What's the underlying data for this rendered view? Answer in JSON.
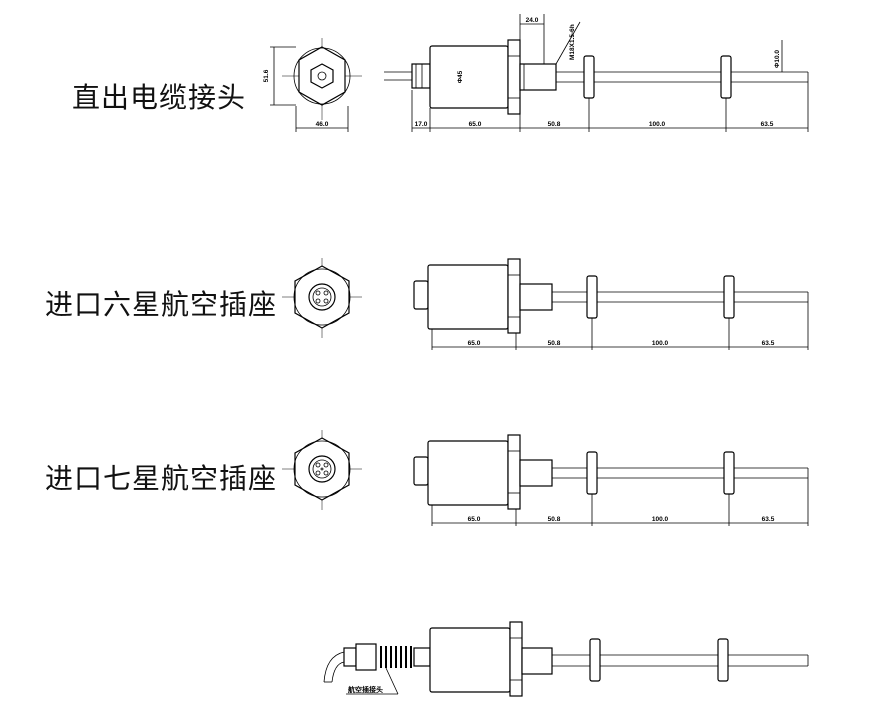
{
  "variants": [
    {
      "label": "直出电缆接头",
      "dims": [
        "17.0",
        "65.0",
        "50.8",
        "100.0",
        "63.5"
      ]
    },
    {
      "label": "进口六星航空插座",
      "dims": [
        "65.0",
        "50.8",
        "100.0",
        "63.5"
      ]
    },
    {
      "label": "进口七星航空插座",
      "dims": [
        "65.0",
        "50.8",
        "100.0",
        "63.5"
      ]
    },
    {
      "label": "",
      "connector_label": "航空插接头"
    }
  ],
  "end_view": {
    "height": "51.6",
    "width": "46.0"
  },
  "callouts": {
    "thread_length": "24.0",
    "thread": "M18X1.5-6h",
    "body_diameter": "Φ45",
    "rod_diameter": "Φ10.0"
  }
}
